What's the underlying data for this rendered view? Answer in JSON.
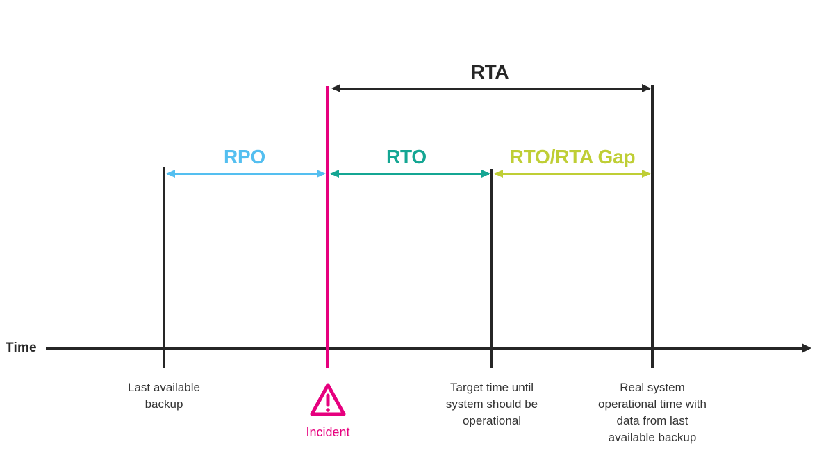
{
  "diagram": {
    "axis_label": "Time",
    "colors": {
      "ink": "#262626",
      "magenta": "#E6007E",
      "blue": "#54BFF0",
      "teal": "#14A693",
      "green": "#BFCE35",
      "text": "#333333"
    },
    "spans": [
      {
        "id": "rta",
        "label": "RTA",
        "color": "#262626",
        "from": "incident",
        "to": "real-operational-time"
      },
      {
        "id": "rpo",
        "label": "RPO",
        "color": "#54BFF0",
        "from": "last-available-backup",
        "to": "incident"
      },
      {
        "id": "rto",
        "label": "RTO",
        "color": "#14A693",
        "from": "incident",
        "to": "target-operational-time"
      },
      {
        "id": "gap",
        "label": "RTO/RTA Gap",
        "color": "#BFCE35",
        "from": "target-operational-time",
        "to": "real-operational-time"
      }
    ],
    "milestones": [
      {
        "id": "last-available-backup",
        "label": "Last available\nbackup",
        "color": "#262626"
      },
      {
        "id": "incident",
        "label": "Incident",
        "color": "#E6007E",
        "icon": "warning-triangle-icon"
      },
      {
        "id": "target-operational-time",
        "label": "Target time until\nsystem should be\noperational",
        "color": "#262626"
      },
      {
        "id": "real-operational-time",
        "label": "Real system\noperational time with\ndata from last\navailable backup",
        "color": "#262626"
      }
    ]
  }
}
